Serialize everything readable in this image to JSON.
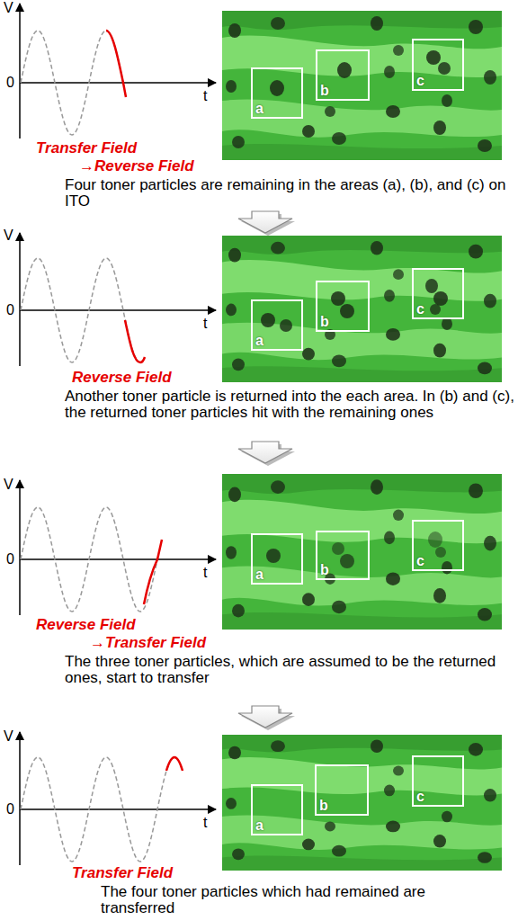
{
  "diagram": {
    "nodes": [
      {
        "text": [
          "a"
        ]
      },
      {
        "text": [
          "b"
        ]
      },
      {
        "text": [
          "c"
        ]
      },
      {
        "text": [
          "a"
        ]
      },
      {
        "text": [
          "b"
        ]
      },
      {
        "text": [
          "c"
        ]
      },
      {
        "text": [
          "a"
        ]
      },
      {
        "text": [
          "b"
        ]
      },
      {
        "text": [
          "c"
        ]
      },
      {
        "text": [
          "a"
        ]
      },
      {
        "text": [
          "b"
        ]
      },
      {
        "text": [
          "c"
        ]
      }
    ],
    "labels": [
      "V",
      "0",
      "t",
      "Transfer Field",
      "→Reverse Field",
      "Four toner particles are remaining in the areas (a), (b), and (c) on ITO",
      "V",
      "0",
      "t",
      "Reverse Field",
      "Another toner particle is returned into the each area. In (b) and (c), the returned toner particles hit with the remaining ones",
      "V",
      "0",
      "t",
      "Reverse Field",
      "→Transfer Field",
      "The three toner particles, which are assumed to be the returned ones, start to transfer",
      "V",
      "0",
      "t",
      "Transfer Field",
      "The four toner particles which had remained are transferred"
    ]
  }
}
